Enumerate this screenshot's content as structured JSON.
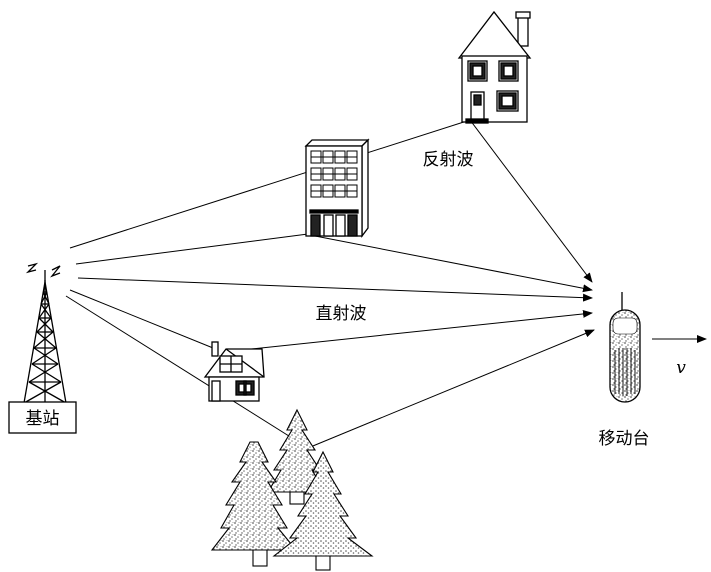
{
  "labels": {
    "base_station": "基站",
    "reflected_wave": "反射波",
    "direct_wave": "直射波",
    "mobile_station": "移动台",
    "velocity": "v"
  },
  "colors": {
    "line": "#000000",
    "background": "#ffffff",
    "stipple": "#6e6e6e"
  }
}
